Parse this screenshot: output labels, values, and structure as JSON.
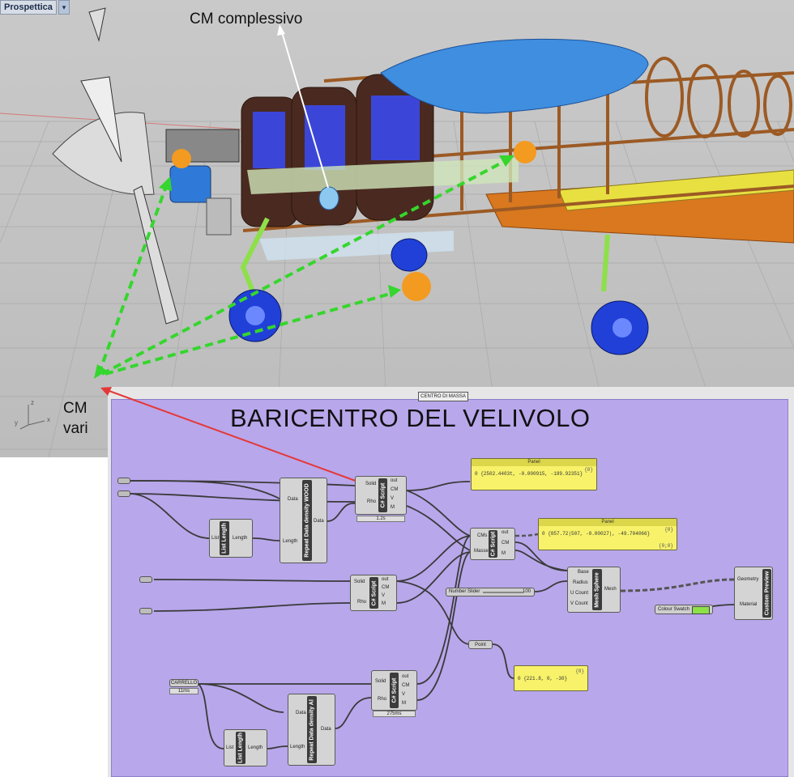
{
  "viewport": {
    "tab_label": "Prospettica",
    "tab_menu_glyph": "▾",
    "annotation_cm_complessivo": "CM complessivo",
    "annotation_cm_vari_line1": "CM",
    "annotation_cm_vari_line2": "vari",
    "axis_labels": {
      "x": "x",
      "y": "y",
      "z": "z"
    },
    "colors": {
      "canopy": "#3f8ee0",
      "wood": "#a0521c",
      "mass_ball": "#f39a20",
      "wheel": "#2040d8",
      "gear": "#8ee04a",
      "arrow_green": "#35d62d",
      "arrow_white": "#ffffff",
      "arrow_red": "#e53838"
    }
  },
  "grasshopper": {
    "group_label": "CENTRO DI MASSA",
    "group_title": "BARICENTRO DEL VELIVOLO",
    "group_color": "#b8a7eb",
    "components": {
      "list_length_1": {
        "label": "List Length",
        "in": "List",
        "out": "Length"
      },
      "repeat_wood": {
        "label": "Repeat Data density WOOD",
        "in1": "Data",
        "in2": "Length",
        "out": "Data"
      },
      "csharp_1": {
        "label": "C# Script",
        "in1": "Solid",
        "in2": "Rho",
        "out1": "out",
        "out2": "CM",
        "out3": "V",
        "out4": "M",
        "time": "1.2s"
      },
      "csharp_2": {
        "label": "C# Script",
        "in1": "CMs",
        "in2": "Masse",
        "out1": "out",
        "out2": "CM",
        "out3": "M"
      },
      "csharp_3": {
        "label": "C# Script",
        "in1": "Solid",
        "in2": "Rho",
        "out1": "out",
        "out2": "CM",
        "out3": "V",
        "out4": "M"
      },
      "csharp_4": {
        "label": "C# Script",
        "in1": "Solid",
        "in2": "Rho",
        "out1": "out",
        "out2": "CM",
        "out3": "V",
        "out4": "M",
        "time": "275ms"
      },
      "mesh_sphere": {
        "label": "Mesh Sphere",
        "in1": "Base",
        "in2": "Radius",
        "in3": "U Count",
        "in4": "V Count",
        "out": "Mesh"
      },
      "custom_preview": {
        "label": "Custom Preview",
        "in1": "Geometry",
        "in2": "Material"
      },
      "list_length_2": {
        "label": "List Length",
        "in": "List",
        "out": "Length"
      },
      "repeat_al": {
        "label": "Repeat Data density Al",
        "in1": "Data",
        "in2": "Length",
        "out": "Data"
      },
      "number_slider": {
        "label": "Number Slider",
        "value": "100"
      },
      "colour_swatch": {
        "label": "Colour Swatch",
        "color": "#8ee04a"
      },
      "point": {
        "label": "Point"
      },
      "carrello": {
        "label": "CARRELLO",
        "time": "11ms"
      }
    },
    "panels": {
      "panel_1": {
        "header": "Panel",
        "index": "{0}",
        "value": "0 {2502.4403t, -0.000915, -189.92351}"
      },
      "panel_2": {
        "header": "Panel",
        "index": "{0}",
        "value": "0 {857.72|507, -0.00027|, -49.704066}",
        "footer": "{0;0}"
      },
      "panel_3": {
        "index": "{0}",
        "value": "0 {221.8, 0, -30}"
      }
    }
  }
}
